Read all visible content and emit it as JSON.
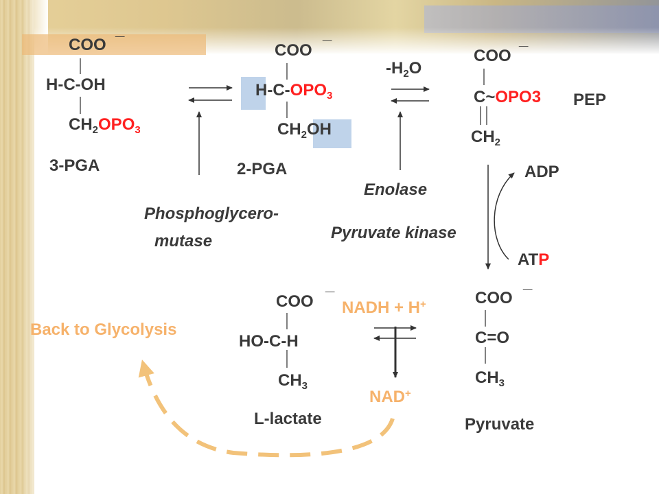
{
  "pga3": {
    "carboxyl": "COO",
    "charge": "_",
    "middle": "H-C-OH",
    "bottom_ch": "CH",
    "bottom_sub": "2",
    "bottom_group": "OPO",
    "bottom_group_sub": "3",
    "label": "3-PGA"
  },
  "pga2": {
    "carboxyl": "COO",
    "charge": "_",
    "middle_prefix": "H-C-",
    "middle_group": "OPO",
    "middle_group_sub": "3",
    "bottom_ch": "CH",
    "bottom_sub": "2",
    "bottom_oh": "OH",
    "label": "2-PGA"
  },
  "pep": {
    "carboxyl": "COO",
    "charge": "_",
    "middle_c": "C",
    "middle_tilde": "~",
    "middle_group": "OPO3",
    "bottom_ch": "CH",
    "bottom_sub": "2",
    "label": "PEP"
  },
  "dehydration": {
    "prefix": "-H",
    "sub": "2",
    "suffix": "O"
  },
  "enzymes": {
    "mutase_line1": "Phosphoglycero-",
    "mutase_line2": "mutase",
    "enolase": "Enolase",
    "pyruvate_kinase": "Pyruvate kinase"
  },
  "atp_step": {
    "adp": "ADP",
    "atp_prefix": "AT",
    "atp_suffix": "P"
  },
  "pyruvate": {
    "carboxyl": "COO",
    "charge": "_",
    "middle": "C=O",
    "bottom_ch": "CH",
    "bottom_sub": "3",
    "label": "Pyruvate"
  },
  "lactate": {
    "carboxyl": "COO",
    "charge": "_",
    "middle": "HO-C-H",
    "bottom_ch": "CH",
    "bottom_sub": "3",
    "label": "L-lactate"
  },
  "nadh": {
    "text": "NADH + H",
    "sup": "+"
  },
  "nad": {
    "text": "NAD",
    "sup": "+"
  },
  "back_to_glycolysis": "Back to Glycolysis",
  "colors": {
    "text": "#3a3a3a",
    "phosphate_red": "#ff2020",
    "orange_label": "#f6b26b",
    "dashed_arrow": "#f2c27a",
    "highlight_blue": "#bfd3ea"
  }
}
